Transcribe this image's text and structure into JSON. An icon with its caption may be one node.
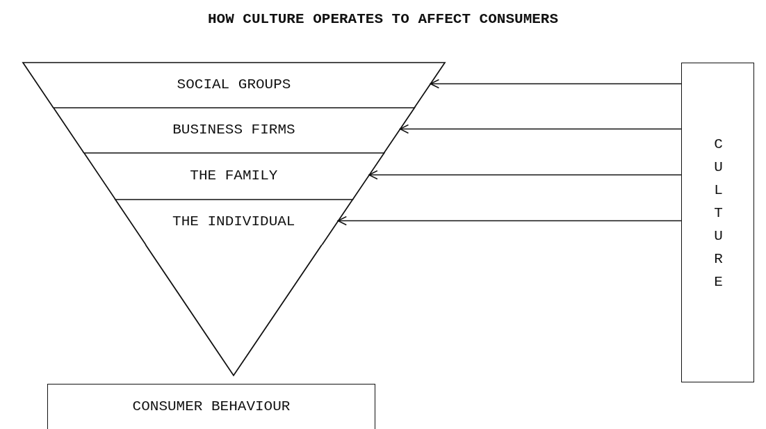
{
  "diagram": {
    "title": "HOW CULTURE OPERATES TO AFFECT CONSUMERS",
    "nodes": [
      {
        "text": [],
        "shape": "triangle"
      },
      {
        "text": [
          "SOCIAL GROUPS"
        ],
        "in": 0
      },
      {
        "text": [
          "BUSINESS FIRMS"
        ],
        "in": 0
      },
      {
        "text": [
          "THE FAMILY"
        ],
        "in": 0
      },
      {
        "text": [
          "THE INDIVIDUAL"
        ],
        "in": 0
      },
      {
        "text": [
          "CULTURE"
        ]
      },
      {
        "text": [
          "CONSUMER BEHAVIOUR"
        ]
      }
    ],
    "edges": [
      {
        "from": 5,
        "to": 1,
        "arrow": "to"
      },
      {
        "from": 5,
        "to": 2,
        "arrow": "to"
      },
      {
        "from": 5,
        "to": 3,
        "arrow": "to"
      },
      {
        "from": 5,
        "to": 4,
        "arrow": "to"
      }
    ]
  }
}
